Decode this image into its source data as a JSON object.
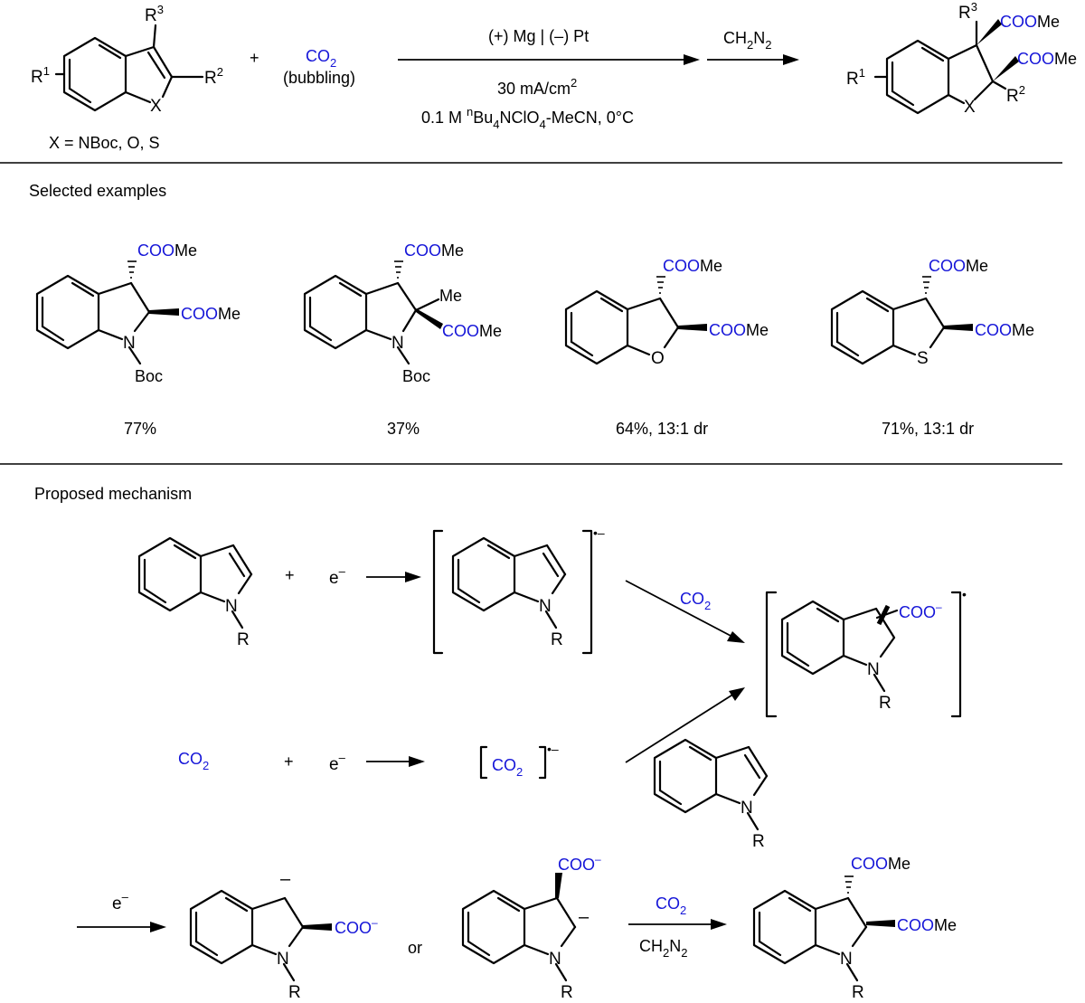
{
  "colors": {
    "text": "#000000",
    "co2": "#1515d8",
    "background": "#ffffff"
  },
  "general": {
    "r1": "R",
    "r1_sup": "1",
    "r2": "R",
    "r2_sup": "2",
    "r3": "R",
    "r3_sup": "3",
    "x_atom": "X",
    "x_definition": "X = NBoc, O, S",
    "plus": "+",
    "co2_main": "CO",
    "co2_sub": "2",
    "bubbling": "(bubbling)",
    "electrodes": "(+) Mg | (–) Pt",
    "current_value": "30 mA/cm",
    "current_sup": "2",
    "electrolyte_pre": "0.1 M ",
    "electrolyte_sup_n": "n",
    "electrolyte_bu": "Bu",
    "electrolyte_sub4a": "4",
    "electrolyte_mid": "NClO",
    "electrolyte_sub4b": "4",
    "electrolyte_post": "-MeCN, 0°C",
    "reagent_ch": "CH",
    "reagent_sub2a": "2",
    "reagent_n": "N",
    "reagent_sub2b": "2",
    "coo": "COO",
    "me": "Me"
  },
  "examples": {
    "heading": "Selected examples",
    "items": [
      {
        "heteroatom": "N",
        "protecting_group": "Boc",
        "yield": "77%"
      },
      {
        "heteroatom": "N",
        "protecting_group": "Boc",
        "methyl": "Me",
        "yield": "37%"
      },
      {
        "heteroatom": "O",
        "yield": "64%, 13:1 dr"
      },
      {
        "heteroatom": "S",
        "yield": "71%, 13:1 dr"
      }
    ]
  },
  "mechanism": {
    "heading": "Proposed mechanism",
    "n_atom": "N",
    "r_group": "R",
    "electron": "e",
    "minus": "–",
    "radical_dot": "•",
    "or": "or",
    "coo_minus": "–"
  }
}
